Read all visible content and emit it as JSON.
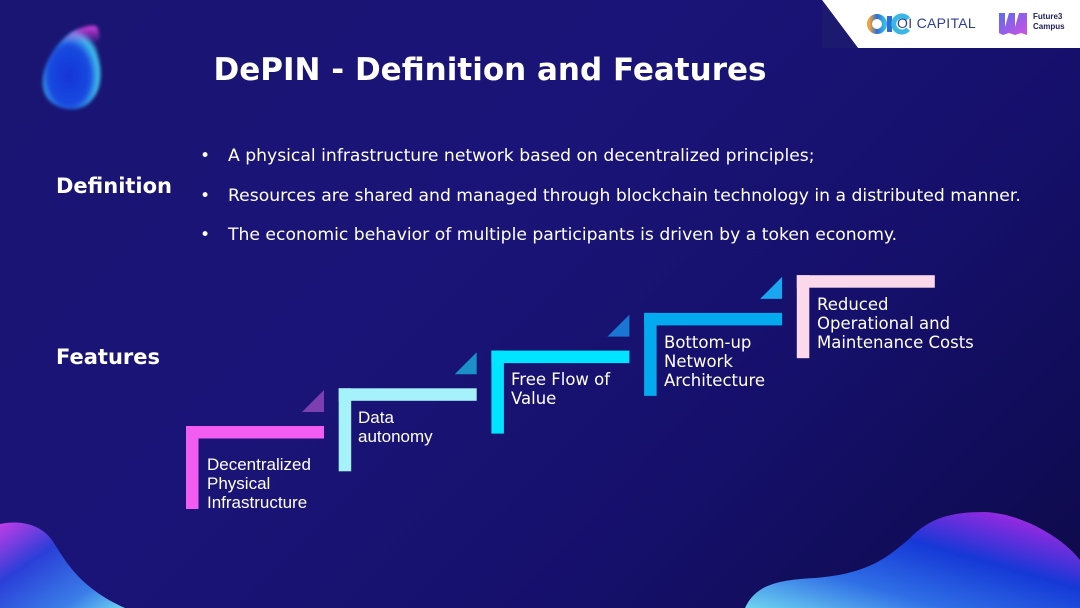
{
  "title": "DePIN - Definition and Features",
  "logos": {
    "oi_capital": "OI CAPITAL",
    "oic_mark": "OIC",
    "future3_line1": "Future3",
    "future3_line2": "Campus"
  },
  "definition": {
    "label": "Definition",
    "bullet_glyph": "•",
    "items": [
      "A physical infrastructure network based on decentralized principles;",
      "Resources are shared and managed through blockchain technology in a distributed manner.",
      "The economic behavior of multiple participants is driven by a token economy."
    ]
  },
  "features": {
    "label": "Features",
    "steps": [
      {
        "text": "Decentralized\nPhysical\nInfrastructure",
        "color": "#f25cf0",
        "triangle_color": "#7b3fb0"
      },
      {
        "text": "Data\nautonomy",
        "color": "#a6f2fb",
        "triangle_color": "#1b8fc8"
      },
      {
        "text": "Free Flow of\nValue",
        "color": "#00e5ff",
        "triangle_color": "#1976d2"
      },
      {
        "text": "Bottom-up\nNetwork\nArchitecture",
        "color": "#03aaf0",
        "triangle_color": "#1aa6f0"
      },
      {
        "text": "Reduced\nOperational and\nMaintenance Costs",
        "color": "#fbd9ea",
        "triangle_color": null
      }
    ]
  }
}
